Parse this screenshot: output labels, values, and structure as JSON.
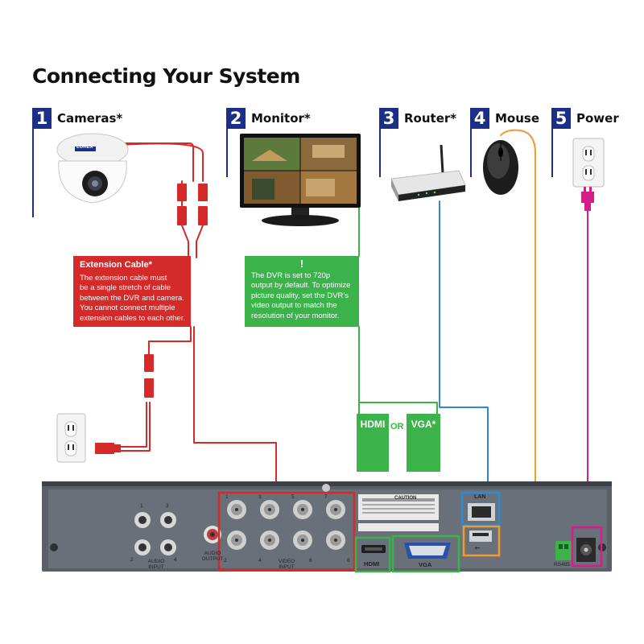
{
  "title": "Connecting Your System",
  "steps": [
    {
      "num": "1",
      "label": "Cameras*"
    },
    {
      "num": "2",
      "label": "Monitor*"
    },
    {
      "num": "3",
      "label": "Router*"
    },
    {
      "num": "4",
      "label": "Mouse"
    },
    {
      "num": "5",
      "label": "Power"
    }
  ],
  "camera_brand": "LOREX",
  "extension_note": {
    "heading": "Extension Cable*",
    "lines": [
      "The extension cable must",
      "be a single stretch of cable",
      "between the DVR and camera.",
      "You cannot connect multiple",
      "extension cables to each other."
    ]
  },
  "resolution_note": {
    "icon": "!",
    "lines": [
      "The DVR is set to 720p",
      "output by default. To optimize",
      "picture quality, set the DVR's",
      "video output to match the",
      "resolution of your monitor."
    ]
  },
  "video_options": {
    "hdmi": "HDMI",
    "or": "OR",
    "vga": "VGA*"
  },
  "dvr_panel": {
    "audio_input": "AUDIO\nINPUT",
    "audio_output": "AUDIO\nOUTPUT",
    "video_input": "VIDEO\nINPUT",
    "hdmi": "HDMI",
    "vga": "VGA",
    "lan": "LAN",
    "rs485": "RS485",
    "caution": "CAUTION",
    "audio_numbers": [
      "1",
      "3",
      "2",
      "4"
    ],
    "video_numbers": [
      "1",
      "3",
      "5",
      "7",
      "2",
      "4",
      "6",
      "8"
    ]
  },
  "colors": {
    "step_blue": "#1c2f86",
    "camera_red": "#d42a2a",
    "monitor_green": "#3bb34a",
    "router_blue": "#2b8ad6",
    "mouse_orange": "#f39a2e",
    "power_magenta": "#d61d8a",
    "dvr_body": "#5b6068"
  }
}
